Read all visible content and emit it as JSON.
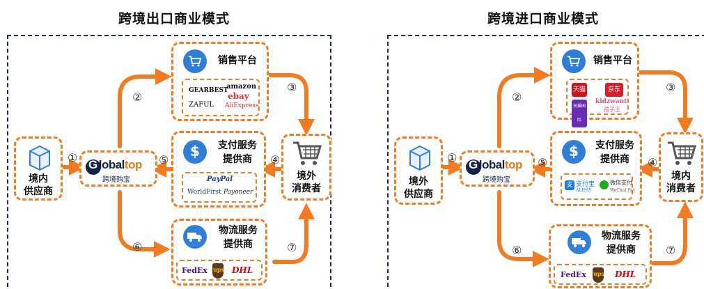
{
  "left": {
    "title": "跨境出口商业模式",
    "supplier": [
      "境内",
      "供应商"
    ],
    "hub": {
      "brand_a": "G",
      "brand_b": "lobal",
      "brand_c": "top",
      "sub": "跨境购宝"
    },
    "sales": "销售平台",
    "sales_logos": [
      "GEARBEST",
      "amazon",
      "ebay",
      "ZAFUL",
      "AliExpress"
    ],
    "payment": [
      "支付服务",
      "提供商"
    ],
    "payment_logos": [
      "PayPal",
      "WorldFirst",
      "Payoneer"
    ],
    "consumer": [
      "境外",
      "消费者"
    ],
    "logistics": [
      "物流服务",
      "提供商"
    ],
    "logistics_logos": [
      "FedEx",
      "ups",
      "DHL"
    ],
    "steps": [
      "①",
      "②",
      "③",
      "④",
      "⑤",
      "⑥",
      "⑦"
    ]
  },
  "right": {
    "title": "跨境进口商业模式",
    "supplier": [
      "境外",
      "供应商"
    ],
    "hub": {
      "brand_a": "G",
      "brand_b": "lobal",
      "brand_c": "top",
      "sub": "跨境购宝"
    },
    "sales": "销售平台",
    "sales_logos": [
      "天猫",
      "京东",
      "天猫国际",
      "kidzwant",
      "孩子王"
    ],
    "payment": [
      "支付服务",
      "提供商"
    ],
    "payment_logos": [
      "支付宝",
      "ALIPAY",
      "微信支付",
      "WeChat Pay"
    ],
    "consumer": [
      "境内",
      "消费者"
    ],
    "logistics": [
      "物流服务",
      "提供商"
    ],
    "logistics_logos": [
      "FedEx",
      "ups",
      "DHL"
    ],
    "steps": [
      "①",
      "②",
      "③",
      "④",
      "⑤",
      "⑥",
      "⑦"
    ]
  },
  "colors": {
    "accent": "#f47a20",
    "frame": "#1b2a4a",
    "icon": "#2f7fd8",
    "brand": "#13214b"
  }
}
